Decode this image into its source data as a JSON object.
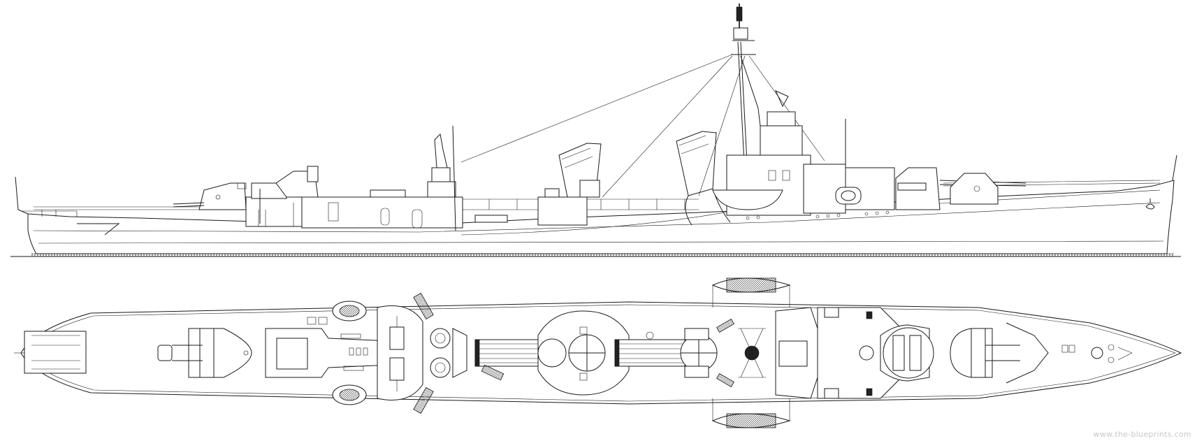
{
  "drawing": {
    "views": [
      "profile-view",
      "plan-view"
    ],
    "watermark": "www.the-blueprints.com",
    "line_color": "#1a1a1a",
    "background": "#ffffff"
  }
}
